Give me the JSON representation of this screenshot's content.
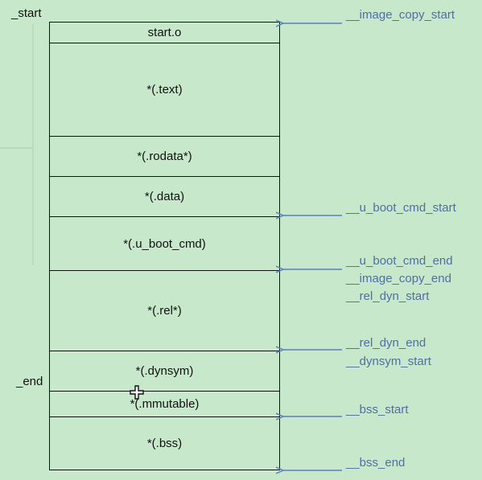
{
  "labels": {
    "start": "_start",
    "end": "_end"
  },
  "sections": [
    {
      "label": "start.o"
    },
    {
      "label": "*(.text)"
    },
    {
      "label": "*(.rodata*)"
    },
    {
      "label": "*(.data)"
    },
    {
      "label": "*(.u_boot_cmd)"
    },
    {
      "label": "*(.rel*)"
    },
    {
      "label": "*(.dynsym)"
    },
    {
      "label": "*(.mmutable)"
    },
    {
      "label": "*(.bss)"
    }
  ],
  "markers": [
    {
      "label": "__image_copy_start"
    },
    {
      "label": "__u_boot_cmd_start"
    },
    {
      "label": "__u_boot_cmd_end"
    },
    {
      "label": "__image_copy_end"
    },
    {
      "label": "__rel_dyn_start"
    },
    {
      "label": "__rel_dyn_end"
    },
    {
      "label": "__dynsym_start"
    },
    {
      "label": "__bss_start"
    },
    {
      "label": "__bss_end"
    }
  ],
  "colors": {
    "background": "#c7e8cb",
    "box_border": "#111111",
    "marker_text": "#4f6fa3",
    "arrow": "#5b7fbf"
  }
}
